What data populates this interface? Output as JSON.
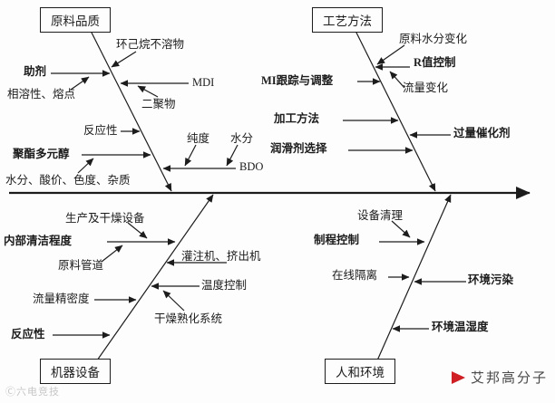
{
  "diagram": {
    "type": "fishbone",
    "branches": {
      "raw_material": {
        "box": "原料品质",
        "causes": {
          "cyclohexane_insolubles": "环己烷不溶物",
          "additive": "助剂",
          "compatibility_melting_point": "相溶性、熔点",
          "mdi": "MDI",
          "dimer": "二聚物",
          "reactivity": "反应性",
          "purity": "纯度",
          "moisture": "水分",
          "polyester_polyol": "聚酯多元醇",
          "bdo": "BDO",
          "moisture_acid_color_impurities": "水分、酸价、色度、杂质"
        }
      },
      "process_method": {
        "box": "工艺方法",
        "causes": {
          "raw_material_moisture_change": "原料水分变化",
          "r_value_control": "R值控制",
          "mi_tracking_adjustment": "MI跟踪与调整",
          "flow_change": "流量变化",
          "processing_method": "加工方法",
          "excess_catalyst": "过量催化剂",
          "lubricant_selection": "润滑剂选择"
        }
      },
      "machine_equipment": {
        "box": "机器设备",
        "causes": {
          "production_drying_equipment": "生产及干燥设备",
          "internal_cleanliness": "内部清洁程度",
          "raw_material_pipeline": "原料管道",
          "filling_extruding_machines": "灌注机、挤出机",
          "temperature_control": "温度控制",
          "flow_precision": "流量精密度",
          "drying_curing_system": "干燥熟化系统",
          "reactivity": "反应性"
        }
      },
      "people_environment": {
        "box": "人和环境",
        "causes": {
          "equipment_cleaning": "设备清理",
          "process_control": "制程控制",
          "online_isolation": "在线隔离",
          "environmental_pollution": "环境污染",
          "environment_temp_humidity": "环境温湿度"
        }
      }
    }
  },
  "watermarks": {
    "bottom_left": "Ⓒ六电竞技",
    "brand": "艾邦高分子"
  },
  "colors": {
    "line": "#1c1c1c",
    "brand_red": "#cf1f25",
    "watermark_gray": "#c6c6c6"
  }
}
